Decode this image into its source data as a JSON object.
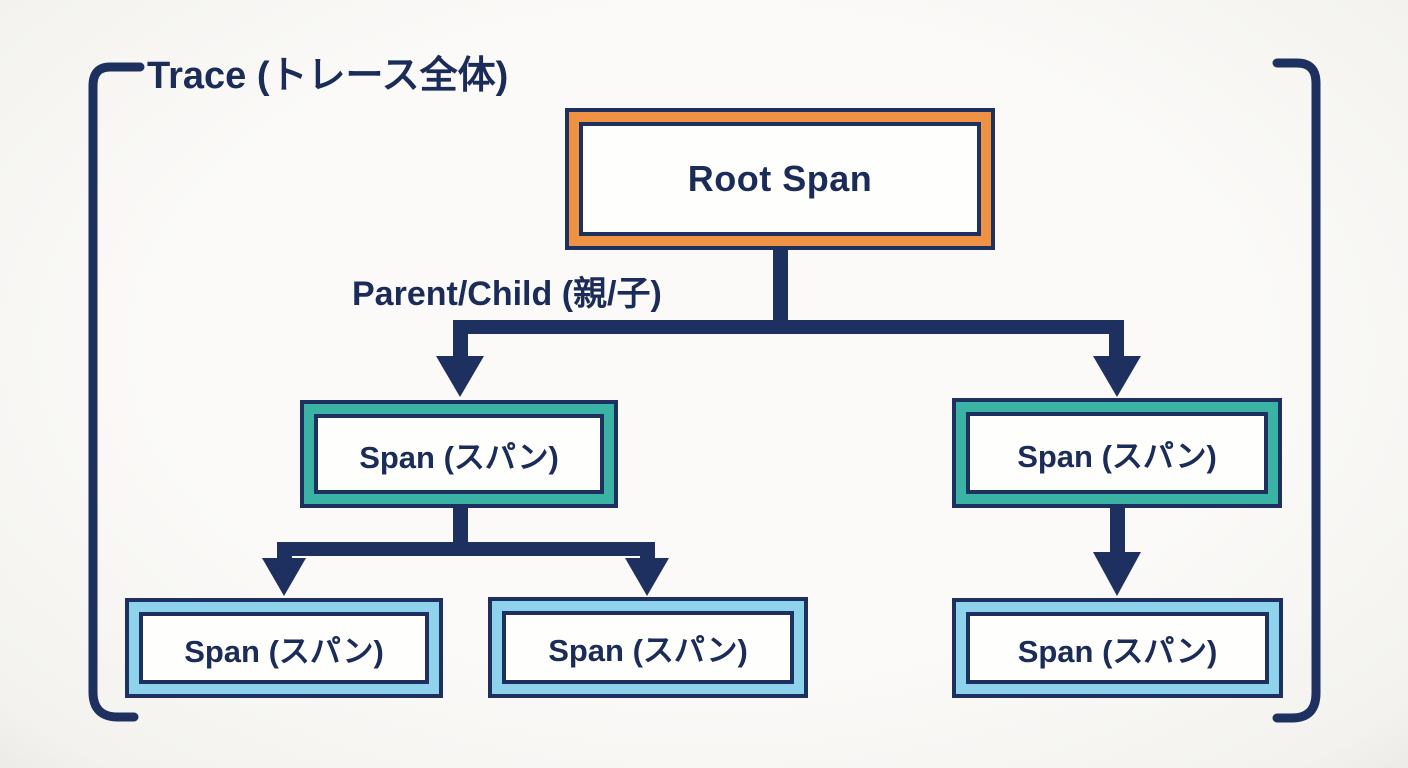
{
  "diagram": {
    "title": "Trace (トレース全体)",
    "edge_label": "Parent/Child (親/子)",
    "nodes": {
      "root": {
        "label": "Root Span",
        "frame_color": "#ef9243"
      },
      "span_left": {
        "label": "Span (スパン)",
        "frame_color": "#3ab3a4"
      },
      "span_right": {
        "label": "Span (スパン)",
        "frame_color": "#3ab3a4"
      },
      "span_child_left": {
        "label": "Span (スパン)",
        "frame_color": "#8fd2ec"
      },
      "span_child_mid": {
        "label": "Span (スパン)",
        "frame_color": "#8fd2ec"
      },
      "span_child_right": {
        "label": "Span (スパン)",
        "frame_color": "#8fd2ec"
      }
    },
    "colors": {
      "line_navy": "#1e305f",
      "text_navy": "#1c2c59",
      "root_frame_orange": "#ef9243",
      "span_frame_teal": "#3ab3a4",
      "child_frame_blue": "#8fd2ec",
      "background": "#faf9f6",
      "node_fill": "#fefefd"
    }
  }
}
